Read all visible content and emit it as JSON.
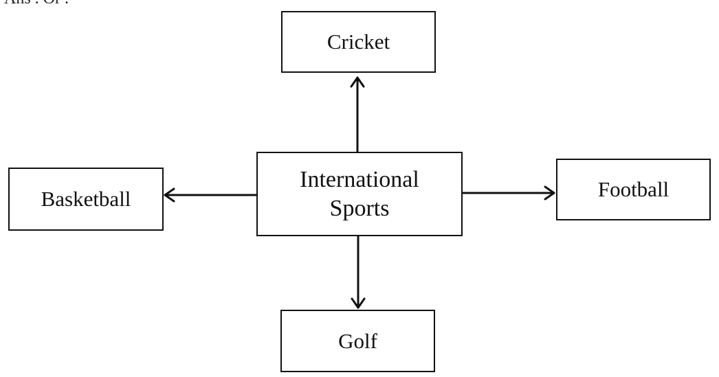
{
  "header": {
    "partial_text": "Ans . Or ."
  },
  "diagram": {
    "center": {
      "line1": "International",
      "line2": "Sports"
    },
    "nodes": {
      "cricket": "Cricket",
      "basketball": "Basketball",
      "football": "Football",
      "golf": "Golf"
    },
    "colors": {
      "line": "#111111",
      "box_border": "#111111",
      "background": "#ffffff"
    }
  }
}
